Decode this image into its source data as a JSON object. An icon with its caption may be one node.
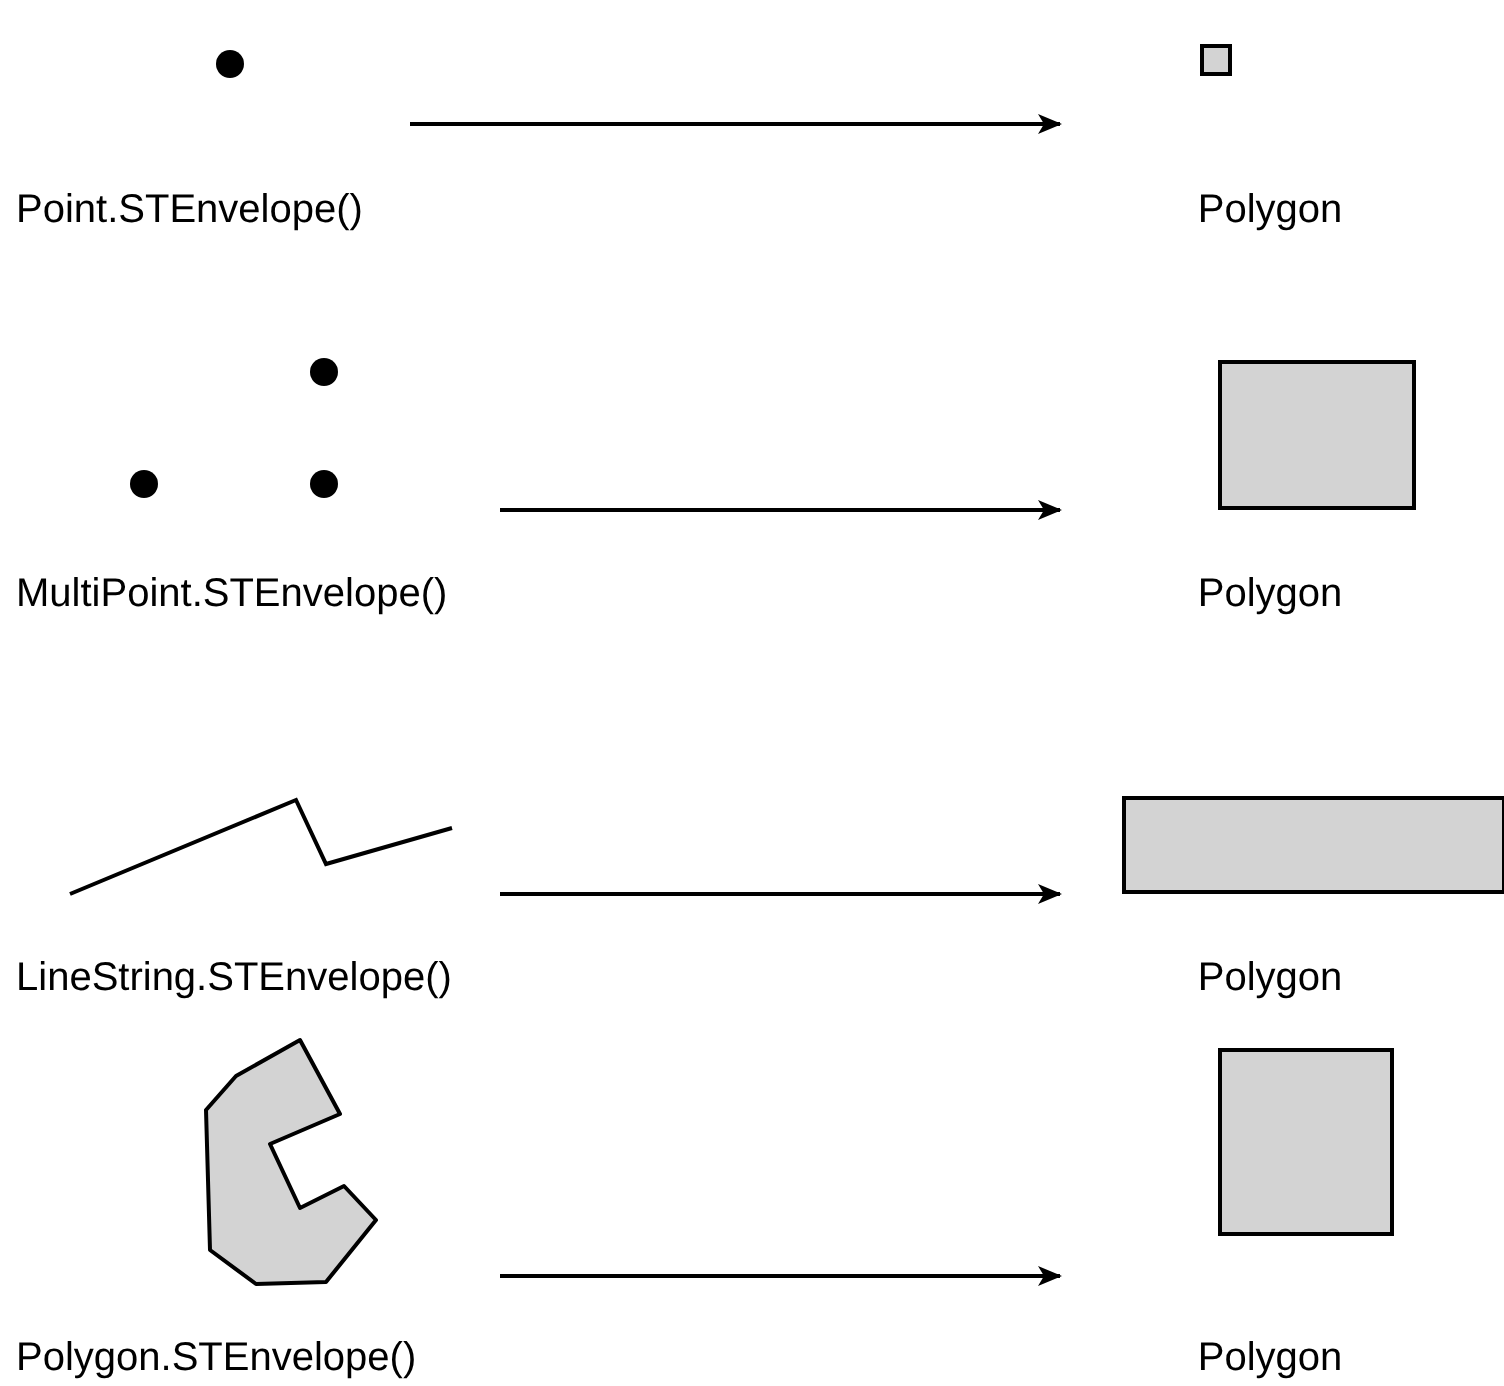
{
  "diagram": {
    "nodes": [
      {
        "text": [
          "Point.STEnvelope()"
        ]
      },
      {
        "text": [
          "Polygon"
        ]
      },
      {
        "text": [
          "MultiPoint.STEnvelope()"
        ]
      },
      {
        "text": [
          "Polygon"
        ]
      },
      {
        "text": [
          "LineString.STEnvelope()"
        ]
      },
      {
        "text": [
          "Polygon"
        ]
      },
      {
        "text": [
          "Polygon.STEnvelope()"
        ]
      },
      {
        "text": [
          "Polygon"
        ]
      }
    ],
    "edges": [
      {
        "from": 0,
        "to": 1,
        "arrow": "to"
      },
      {
        "from": 2,
        "to": 3,
        "arrow": "to"
      },
      {
        "from": 4,
        "to": 5,
        "arrow": "to"
      },
      {
        "from": 6,
        "to": 7,
        "arrow": "to"
      }
    ]
  }
}
